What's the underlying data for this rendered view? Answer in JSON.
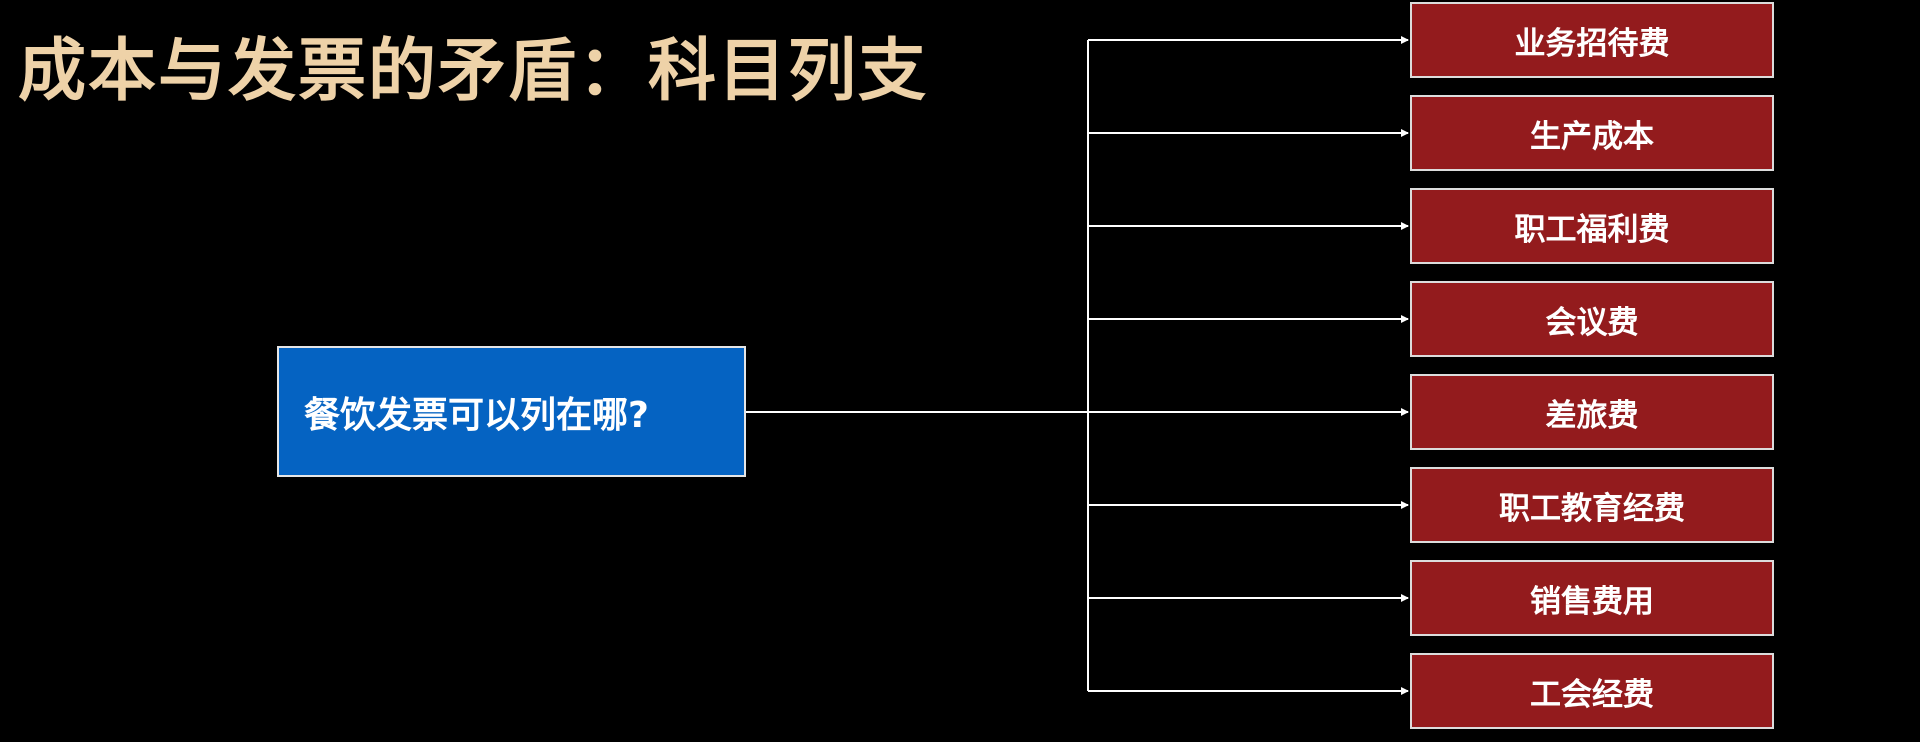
{
  "title": "成本与发票的矛盾：科目列支",
  "question": "餐饮发票可以列在哪?",
  "accounts": [
    "业务招待费",
    "生产成本",
    "职工福利费",
    "会议费",
    "差旅费",
    "职工教育经费",
    "销售费用",
    "工会经费"
  ],
  "colors": {
    "background": "#000000",
    "title": "#eed2a8",
    "question_box": "#0563c2",
    "account_box": "#931b1d",
    "connector": "#ffffff"
  }
}
